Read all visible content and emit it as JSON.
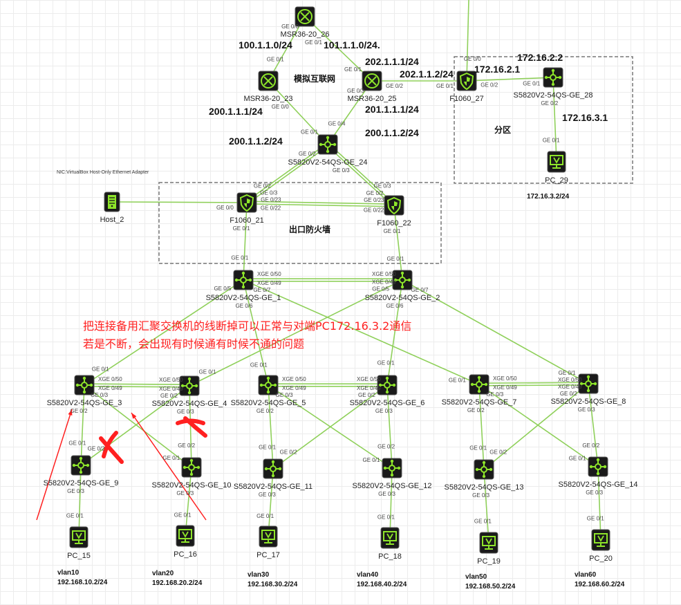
{
  "colors": {
    "link": "#8fd05a",
    "icon_bg": "#1a1a1a",
    "icon_fg": "#8ee52a",
    "annotation": "#ff2020",
    "zone_border": "#777777"
  },
  "zones": [
    {
      "label": "模拟互联网"
    },
    {
      "label": "分区"
    },
    {
      "label": "出口防火墙"
    }
  ],
  "host_adapter_label": "NIC:VirtualBox Host-Only Ethernet Adapter",
  "nodes": [
    {
      "id": "MSR36-20_26",
      "type": "router"
    },
    {
      "id": "MSR36-20_23",
      "type": "router"
    },
    {
      "id": "MSR36-20_25",
      "type": "router"
    },
    {
      "id": "F1060_27",
      "type": "firewall"
    },
    {
      "id": "S5820V2-54QS-GE_28",
      "type": "switch"
    },
    {
      "id": "PC_29",
      "type": "pc"
    },
    {
      "id": "S5820V2-54QS-GE_24",
      "type": "switch"
    },
    {
      "id": "Host_2",
      "type": "host"
    },
    {
      "id": "F1060_21",
      "type": "firewall"
    },
    {
      "id": "F1060_22",
      "type": "firewall"
    },
    {
      "id": "S5820V2-54QS-GE_1",
      "type": "switch"
    },
    {
      "id": "S5820V2-54QS-GE_2",
      "type": "switch"
    },
    {
      "id": "S5820V2-54QS-GE_3",
      "type": "switch"
    },
    {
      "id": "S5820V2-54QS-GE_4",
      "type": "switch"
    },
    {
      "id": "S5820V2-54QS-GE_5",
      "type": "switch"
    },
    {
      "id": "S5820V2-54QS-GE_6",
      "type": "switch"
    },
    {
      "id": "S5820V2-54QS-GE_7",
      "type": "switch"
    },
    {
      "id": "S5820V2-54QS-GE_8",
      "type": "switch"
    },
    {
      "id": "S5820V2-54QS-GE_9",
      "type": "switch"
    },
    {
      "id": "S5820V2-54QS-GE_10",
      "type": "switch"
    },
    {
      "id": "S5820V2-54QS-GE_11",
      "type": "switch"
    },
    {
      "id": "S5820V2-54QS-GE_12",
      "type": "switch"
    },
    {
      "id": "S5820V2-54QS-GE_13",
      "type": "switch"
    },
    {
      "id": "S5820V2-54QS-GE_14",
      "type": "switch"
    },
    {
      "id": "PC_15",
      "type": "pc"
    },
    {
      "id": "PC_16",
      "type": "pc"
    },
    {
      "id": "PC_17",
      "type": "pc"
    },
    {
      "id": "PC_18",
      "type": "pc"
    },
    {
      "id": "PC_19",
      "type": "pc"
    },
    {
      "id": "PC_20",
      "type": "pc"
    }
  ],
  "links": [
    {
      "a": "MSR36-20_26",
      "pa": "GE 0/0",
      "b": "MSR36-20_23",
      "pb": "GE 0/1"
    },
    {
      "a": "MSR36-20_26",
      "pa": "GE 0/1",
      "b": "MSR36-20_25",
      "pb": "GE 0/1"
    },
    {
      "a": "MSR36-20_25",
      "pa": "GE 0/2",
      "b": "F1060_27",
      "pb": "GE 0/1"
    },
    {
      "a": "F1060_27",
      "pa": "GE 0/2",
      "b": "S5820V2-54QS-GE_28",
      "pb": "GE 0/1"
    },
    {
      "a": "S5820V2-54QS-GE_28",
      "pa": "GE 0/2",
      "b": "PC_29",
      "pb": "GE 0/1"
    },
    {
      "a": "F1060_27",
      "pa": "GE 0/0",
      "b": "",
      "pb": ""
    },
    {
      "a": "MSR36-20_23",
      "pa": "GE 0/0",
      "b": "S5820V2-54QS-GE_24",
      "pb": "GE 0/1"
    },
    {
      "a": "MSR36-20_25",
      "pa": "GE 0/3",
      "b": "S5820V2-54QS-GE_24",
      "pb": "GE 0/4"
    },
    {
      "a": "S5820V2-54QS-GE_24",
      "pa": "GE 0/2",
      "b": "F1060_21",
      "pb": "GE 0/2",
      "double": true,
      "pb2": "GE 0/3"
    },
    {
      "a": "S5820V2-54QS-GE_24",
      "pa": "GE 0/3",
      "b": "F1060_22",
      "pb": "GE 0/2",
      "double": true,
      "pb2": "GE 0/3"
    },
    {
      "a": "Host_2",
      "pa": "",
      "b": "F1060_21",
      "pb": "GE 0/0"
    },
    {
      "a": "F1060_21",
      "pa": "GE 0/22",
      "b": "F1060_22",
      "pb": "GE 0/22",
      "double": true,
      "pa2": "GE 0/23",
      "pb2": "GE 0/23"
    },
    {
      "a": "F1060_21",
      "pa": "GE 0/1",
      "b": "S5820V2-54QS-GE_1",
      "pb": "GE 0/1"
    },
    {
      "a": "F1060_22",
      "pa": "GE 0/1",
      "b": "S5820V2-54QS-GE_2",
      "pb": "GE 0/1"
    },
    {
      "a": "S5820V2-54QS-GE_1",
      "pa": "XGE 0/49",
      "b": "S5820V2-54QS-GE_2",
      "pb": "XGE 0/49",
      "double": true,
      "pa2": "XGE 0/50",
      "pb2": "XGE 0/50"
    },
    {
      "a": "S5820V2-54QS-GE_1",
      "pa": "GE 0/5",
      "b": "S5820V2-54QS-GE_3",
      "pb": "GE 0/1"
    },
    {
      "a": "S5820V2-54QS-GE_1",
      "pa": "GE 0/6",
      "b": "S5820V2-54QS-GE_5",
      "pb": "GE 0/1"
    },
    {
      "a": "S5820V2-54QS-GE_1",
      "pa": "GE 0/7",
      "b": "S5820V2-54QS-GE_7",
      "pb": "GE 0/1"
    },
    {
      "a": "S5820V2-54QS-GE_2",
      "pa": "GE 0/5",
      "b": "S5820V2-54QS-GE_4",
      "pb": "GE 0/1"
    },
    {
      "a": "S5820V2-54QS-GE_2",
      "pa": "GE 0/6",
      "b": "S5820V2-54QS-GE_6",
      "pb": "GE 0/1"
    },
    {
      "a": "S5820V2-54QS-GE_2",
      "pa": "GE 0/7",
      "b": "S5820V2-54QS-GE_8",
      "pb": "GE 0/1"
    },
    {
      "a": "S5820V2-54QS-GE_3",
      "pa": "XGE 0/49",
      "b": "S5820V2-54QS-GE_4",
      "pb": "XGE 0/49",
      "double": true,
      "pa2": "XGE 0/50",
      "pb2": "XGE 0/50"
    },
    {
      "a": "S5820V2-54QS-GE_5",
      "pa": "XGE 0/49",
      "b": "S5820V2-54QS-GE_6",
      "pb": "XGE 0/49",
      "double": true,
      "pa2": "XGE 0/50",
      "pb2": "XGE 0/50"
    },
    {
      "a": "S5820V2-54QS-GE_7",
      "pa": "XGE 0/49",
      "b": "S5820V2-54QS-GE_8",
      "pb": "XGE 0/49",
      "double": true,
      "pa2": "XGE 0/50",
      "pb2": "XGE 0/50"
    },
    {
      "a": "S5820V2-54QS-GE_3",
      "pa": "GE 0/2",
      "b": "S5820V2-54QS-GE_9",
      "pb": "GE 0/1"
    },
    {
      "a": "S5820V2-54QS-GE_3",
      "pa": "GE 0/3",
      "b": "S5820V2-54QS-GE_10",
      "pb": "GE 0/1"
    },
    {
      "a": "S5820V2-54QS-GE_4",
      "pa": "GE 0/2",
      "b": "S5820V2-54QS-GE_9",
      "pb": "GE 0/2"
    },
    {
      "a": "S5820V2-54QS-GE_4",
      "pa": "GE 0/3",
      "b": "S5820V2-54QS-GE_10",
      "pb": "GE 0/2"
    },
    {
      "a": "S5820V2-54QS-GE_5",
      "pa": "GE 0/2",
      "b": "S5820V2-54QS-GE_11",
      "pb": "GE 0/1"
    },
    {
      "a": "S5820V2-54QS-GE_5",
      "pa": "GE 0/3",
      "b": "S5820V2-54QS-GE_12",
      "pb": "GE 0/1"
    },
    {
      "a": "S5820V2-54QS-GE_6",
      "pa": "GE 0/2",
      "b": "S5820V2-54QS-GE_11",
      "pb": "GE 0/2"
    },
    {
      "a": "S5820V2-54QS-GE_6",
      "pa": "GE 0/3",
      "b": "S5820V2-54QS-GE_12",
      "pb": "GE 0/2"
    },
    {
      "a": "S5820V2-54QS-GE_7",
      "pa": "GE 0/2",
      "b": "S5820V2-54QS-GE_13",
      "pb": "GE 0/1"
    },
    {
      "a": "S5820V2-54QS-GE_7",
      "pa": "GE 0/3",
      "b": "S5820V2-54QS-GE_14",
      "pb": "GE 0/1"
    },
    {
      "a": "S5820V2-54QS-GE_8",
      "pa": "GE 0/2",
      "b": "S5820V2-54QS-GE_13",
      "pb": "GE 0/2"
    },
    {
      "a": "S5820V2-54QS-GE_8",
      "pa": "GE 0/3",
      "b": "S5820V2-54QS-GE_14",
      "pb": "GE 0/2"
    },
    {
      "a": "S5820V2-54QS-GE_9",
      "pa": "GE 0/3",
      "b": "PC_15",
      "pb": "GE 0/1"
    },
    {
      "a": "S5820V2-54QS-GE_10",
      "pa": "GE 0/3",
      "b": "PC_16",
      "pb": "GE 0/1"
    },
    {
      "a": "S5820V2-54QS-GE_11",
      "pa": "GE 0/3",
      "b": "PC_17",
      "pb": "GE 0/1"
    },
    {
      "a": "S5820V2-54QS-GE_12",
      "pa": "GE 0/3",
      "b": "PC_18",
      "pb": "GE 0/1"
    },
    {
      "a": "S5820V2-54QS-GE_13",
      "pa": "GE 0/3",
      "b": "PC_19",
      "pb": "GE 0/1"
    },
    {
      "a": "S5820V2-54QS-GE_14",
      "pa": "GE 0/3",
      "b": "PC_20",
      "pb": "GE 0/1"
    }
  ],
  "ip_labels": [
    "100.1.1.0/24",
    "101.1.1.0/24.",
    "202.1.1.1/24",
    "202.1.1.2/24",
    "200.1.1.1/24",
    "201.1.1.1/24",
    "200.1.1.2/24",
    "200.1.1.2/24",
    "172.16.2.2",
    "172.16.2.1",
    "172.16.3.1",
    "172.16.3.2/24"
  ],
  "vlans": [
    {
      "vlan": "vlan10",
      "ip": "192.168.10.2/24"
    },
    {
      "vlan": "vlan20",
      "ip": "192.168.20.2/24"
    },
    {
      "vlan": "vlan30",
      "ip": "192.168.30.2/24"
    },
    {
      "vlan": "vlan40",
      "ip": "192.168.40.2/24"
    },
    {
      "vlan": "vlan50",
      "ip": "192.168.50.2/24"
    },
    {
      "vlan": "vlan60",
      "ip": "192.168.60.2/24"
    }
  ],
  "annotation": {
    "line1": "把连接备用汇聚交换机的线断掉可以正常与对端PC172.16.3.2通信",
    "line2": "若是不断，会出现有时候通有时候不通的问题"
  }
}
